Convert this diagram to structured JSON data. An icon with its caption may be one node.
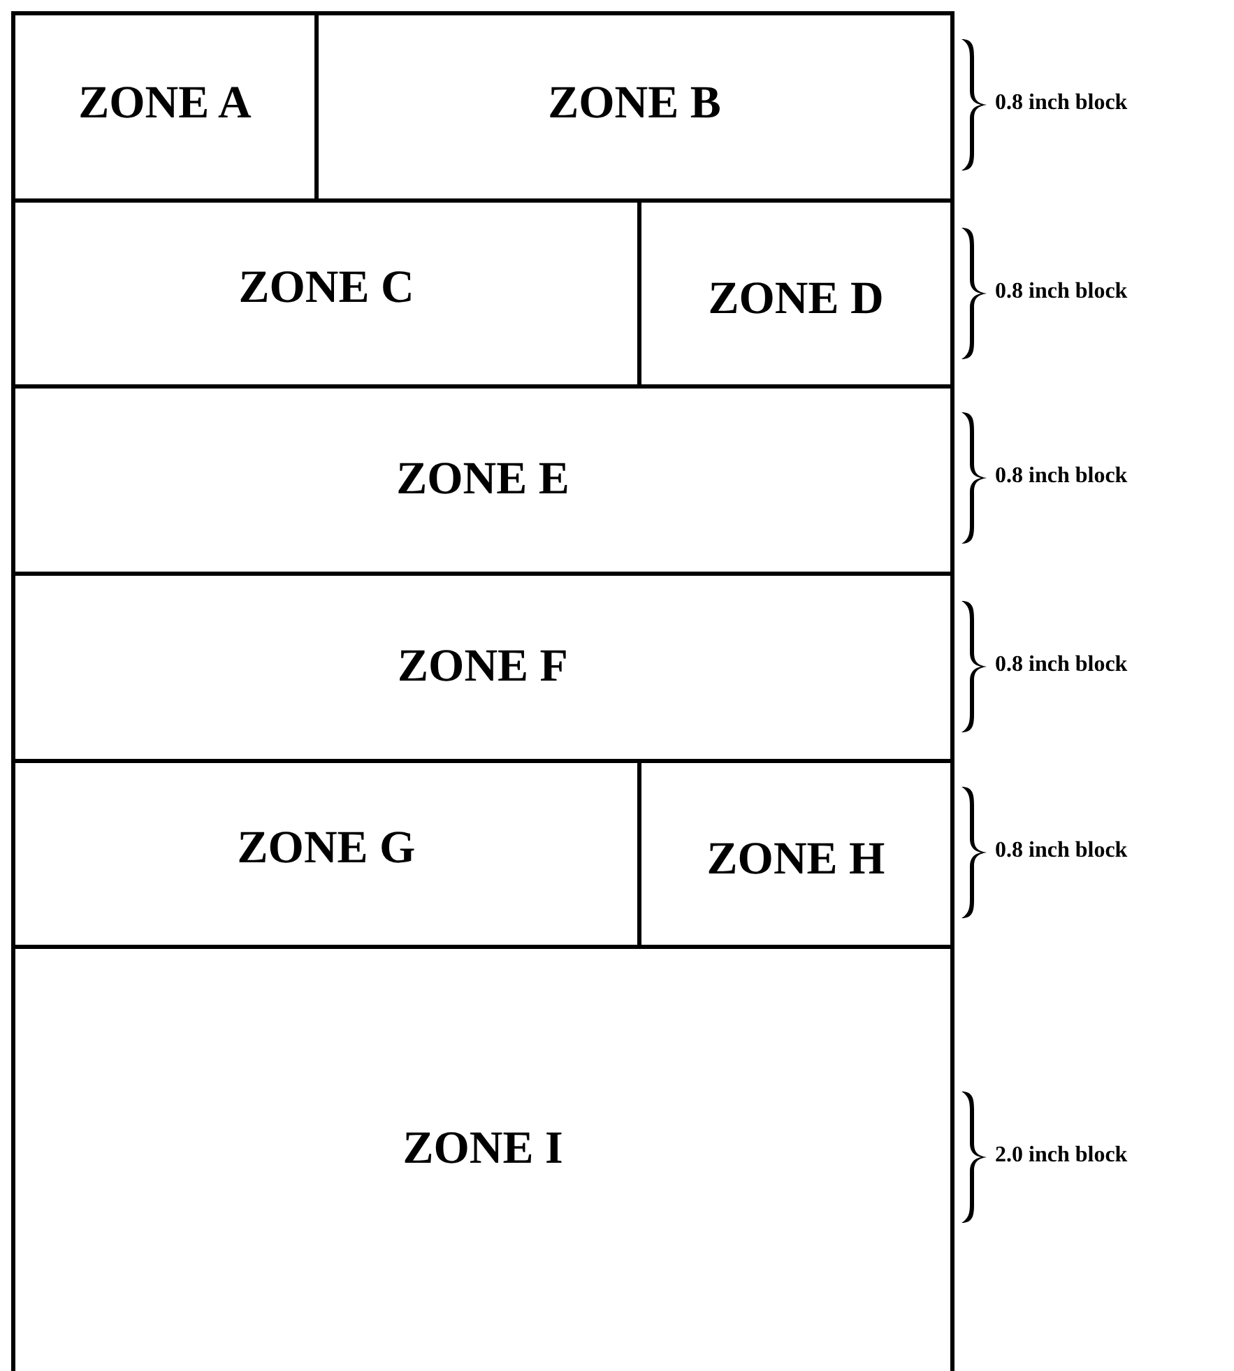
{
  "diagram": {
    "nodes": [
      {
        "text": [
          "ZONE A"
        ]
      },
      {
        "text": [
          "ZONE B"
        ]
      },
      {
        "text": [
          "ZONE C"
        ]
      },
      {
        "text": [
          "ZONE D"
        ]
      },
      {
        "text": [
          "ZONE E"
        ]
      },
      {
        "text": [
          "ZONE F"
        ]
      },
      {
        "text": [
          "ZONE G"
        ]
      },
      {
        "text": [
          "ZONE H"
        ]
      },
      {
        "text": [
          "ZONE I"
        ]
      },
      {
        "text": [],
        "shape": "bracket",
        "beside": [
          "0.8 inch block"
        ]
      },
      {
        "text": [],
        "shape": "bracket",
        "beside": [
          "0.8 inch block"
        ]
      },
      {
        "text": [],
        "shape": "bracket",
        "beside": [
          "0.8 inch block"
        ]
      },
      {
        "text": [],
        "shape": "bracket",
        "beside": [
          "0.8 inch block"
        ]
      },
      {
        "text": [],
        "shape": "bracket",
        "beside": [
          "0.8 inch block"
        ]
      },
      {
        "text": [],
        "shape": "bracket",
        "beside": [
          "2.0 inch block"
        ]
      }
    ]
  }
}
